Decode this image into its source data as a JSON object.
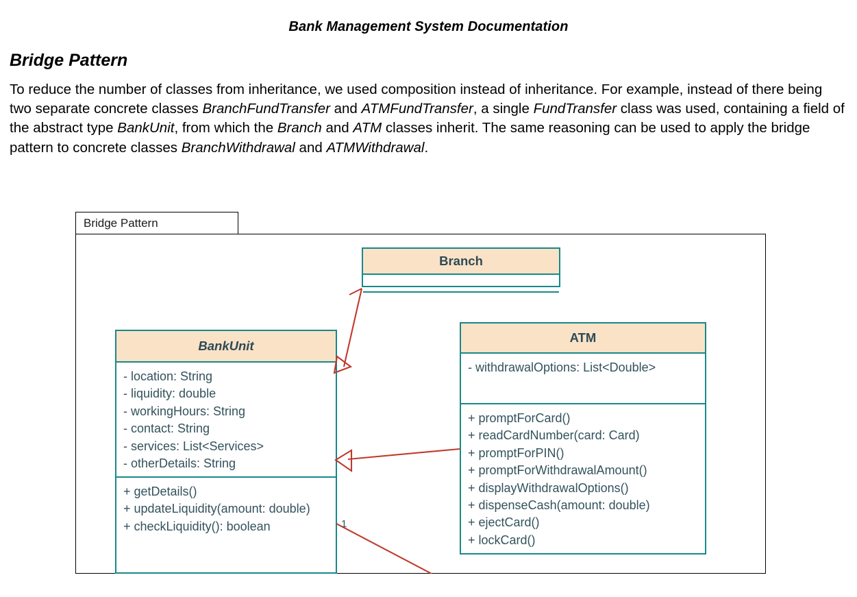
{
  "document": {
    "title": "Bank Management System Documentation",
    "section_heading": "Bridge Pattern",
    "paragraph_html": "To reduce the number of classes from inheritance, we used composition instead of inheritance. For example, instead of there being two separate concrete classes <i>BranchFundTransfer</i> and <i>ATMFundTransfer</i>, a single <i>FundTransfer</i> class was used, containing a field of the abstract type <i>BankUnit</i>, from which the <i>Branch</i> and <i>ATM</i> classes inherit. The same reasoning can be used to apply the bridge pattern to concrete classes <i>BranchWithdrawal</i> and <i>ATMWithdrawal</i>."
  },
  "diagram": {
    "frame_label": "Bridge Pattern",
    "colors": {
      "class_header_fill": "#fae2c7",
      "class_border": "#18888a",
      "class_text": "#33525c",
      "connector": "#c0392b",
      "frame_border": "#000000"
    },
    "classes": [
      {
        "id": "branch",
        "name": "Branch",
        "abstract": false,
        "attributes": [],
        "operations": []
      },
      {
        "id": "bankunit",
        "name": "BankUnit",
        "abstract": true,
        "attributes": [
          "- location: String",
          "- liquidity: double",
          "- workingHours: String",
          "- contact: String",
          "- services: List<Services>",
          "- otherDetails: String"
        ],
        "operations": [
          "+ getDetails()",
          "+ updateLiquidity(amount: double)",
          "+ checkLiquidity(): boolean"
        ]
      },
      {
        "id": "atm",
        "name": "ATM",
        "abstract": false,
        "attributes": [
          "- withdrawalOptions: List<Double>"
        ],
        "operations": [
          "+ promptForCard()",
          "+ readCardNumber(card: Card)",
          "+ promptForPIN()",
          "+ promptForWithdrawalAmount()",
          "+ displayWithdrawalOptions()",
          "+ dispenseCash(amount: double)",
          "+ ejectCard()",
          "+ lockCard()"
        ]
      }
    ],
    "relationships": [
      {
        "id": "branch-generalization",
        "type": "generalization",
        "from": "Branch",
        "to": "BankUnit",
        "multiplicity": ""
      },
      {
        "id": "atm-generalization",
        "type": "generalization",
        "from": "ATM",
        "to": "BankUnit",
        "multiplicity": ""
      },
      {
        "id": "bankunit-association",
        "type": "association",
        "from": "BankUnit",
        "to": "",
        "multiplicity": "1"
      }
    ]
  }
}
